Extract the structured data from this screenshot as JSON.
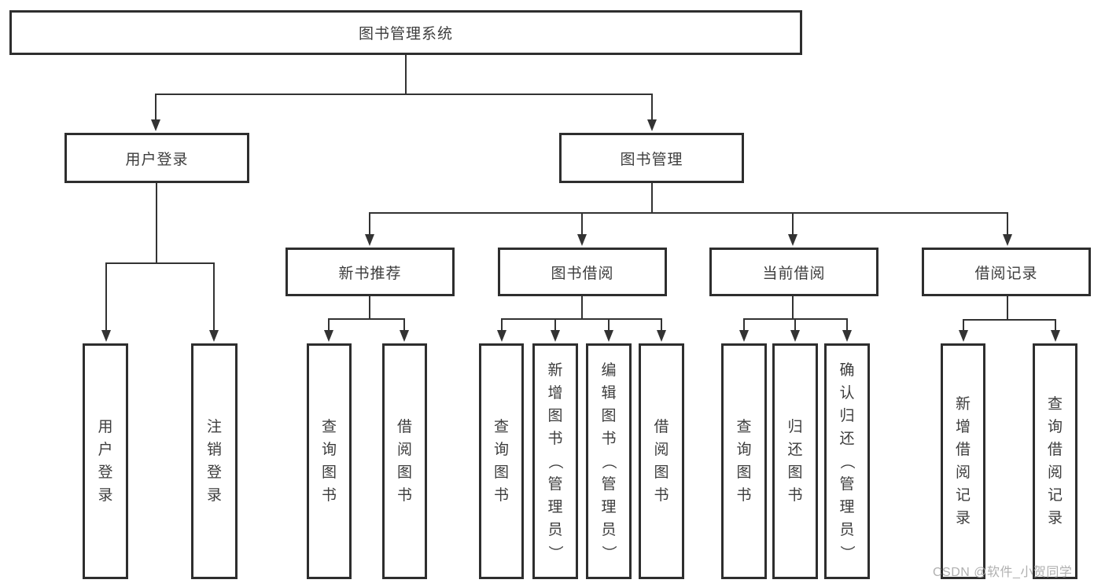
{
  "nodes": {
    "root": "图书管理系统",
    "user_login": "用户登录",
    "book_mgmt": "图书管理",
    "new_book": "新书推荐",
    "book_borrow": "图书借阅",
    "current_borrow": "当前借阅",
    "borrow_record": "借阅记录",
    "user_login_children": [
      "用户登录",
      "注销登录"
    ],
    "new_book_children": [
      "查询图书",
      "借阅图书"
    ],
    "book_borrow_children": [
      "查询图书",
      "新增图书（管理员）",
      "编辑图书（管理员）",
      "借阅图书"
    ],
    "current_borrow_children": [
      "查询图书",
      "归还图书",
      "确认归还（管理员）"
    ],
    "borrow_record_children": [
      "新增借阅记录",
      "查询借阅记录"
    ]
  },
  "watermark": "CSDN @软件_小贺同学",
  "colors": {
    "line": "#333333",
    "text": "#3d3d3d",
    "background": "#ffffff",
    "watermark": "#b0b0b0"
  }
}
